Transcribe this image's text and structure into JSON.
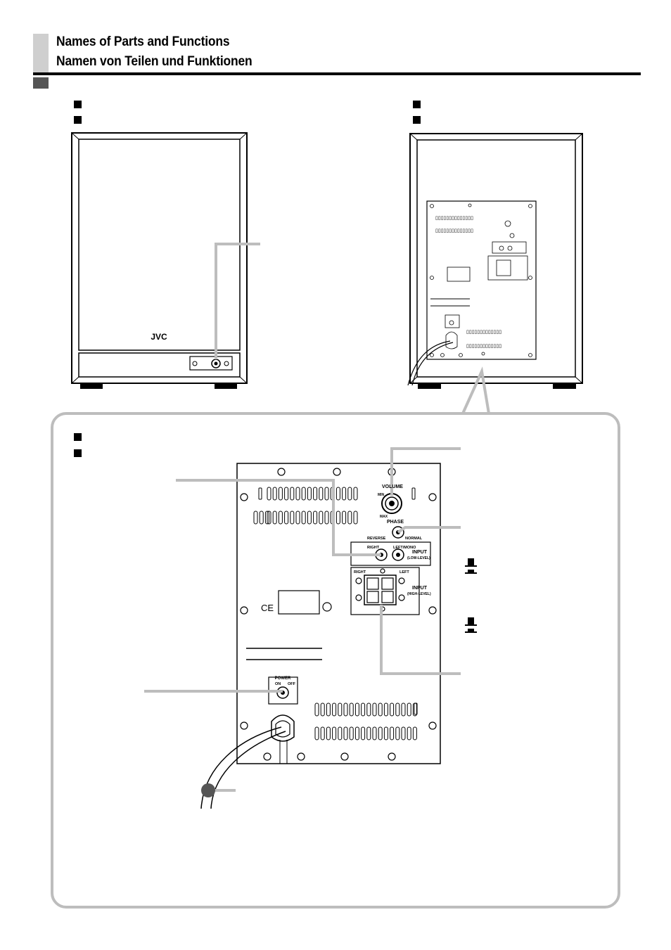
{
  "header": {
    "title_en": "Names of Parts and Functions",
    "title_de": "Namen von Teilen und Funktionen"
  },
  "front": {
    "brand": "JVC"
  },
  "panel": {
    "volume": "VOLUME",
    "min": "MIN",
    "max": "MAX",
    "phase": "PHASE",
    "reverse": "REVERSE",
    "normal": "NORMAL",
    "right": "RIGHT",
    "left_mono": "LEFT/MONO",
    "input": "INPUT",
    "low_level": "(LOW-LEVEL)",
    "right_hl": "RIGHT",
    "left_hl": "LEFT",
    "high_level": "(HIGH-LEVEL)",
    "ce": "CE",
    "power": "POWER",
    "on": "ON",
    "off": "OFF"
  },
  "colors": {
    "accent_gray": "#bdbdbd",
    "dark": "#000000"
  }
}
